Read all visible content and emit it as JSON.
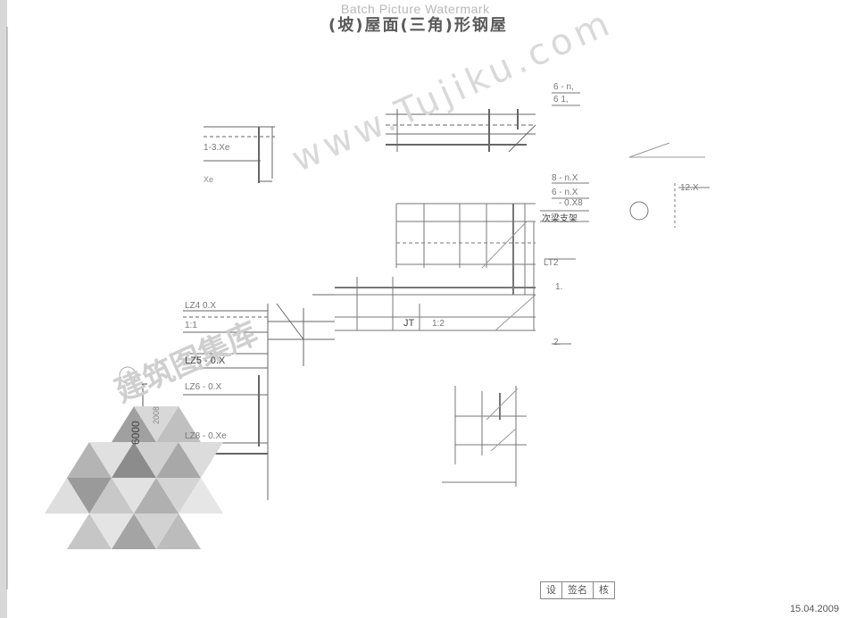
{
  "header": {
    "watermark": "Batch Picture Watermark",
    "sheet_title": "(坡)屋面(三角)形钢屋"
  },
  "watermarks": {
    "url": "www.Tujiku.com",
    "chinese": "建筑图集库"
  },
  "labels": {
    "top_right_1": "6 - n,",
    "top_right_2": "6  1,",
    "left_top": "1-3.Xe",
    "left_top_small": "Xe",
    "right_mid_1": "8 - n.X",
    "right_mid_2": "6 - n.X",
    "right_mid_3": "- 0.X8",
    "right_box": "次梁支架",
    "far_right": "12.X",
    "jt": "JT",
    "jt_right": "1:2",
    "lt2": "LT2",
    "mid_left_1": "LZ4  0.X",
    "mid_left_2": "1:1",
    "lz5": "LZ5 - 0.X",
    "lz6": "LZ6 - 0.X",
    "lz8": "LZ8 - 0.Xe",
    "col_1": "1.",
    "col_2": "2.",
    "dim_6000": "6000",
    "dim_small": "2008"
  },
  "title_block": {
    "cell_1": "设",
    "cell_2": "签名",
    "cell_3": "核"
  },
  "footer": {
    "date": "15.04.2009"
  },
  "colors": {
    "line": "#5c5c5c",
    "light_line": "#a0a0a0",
    "logo_dark": "#8a8a8a",
    "logo_light": "#c4c4c4"
  }
}
